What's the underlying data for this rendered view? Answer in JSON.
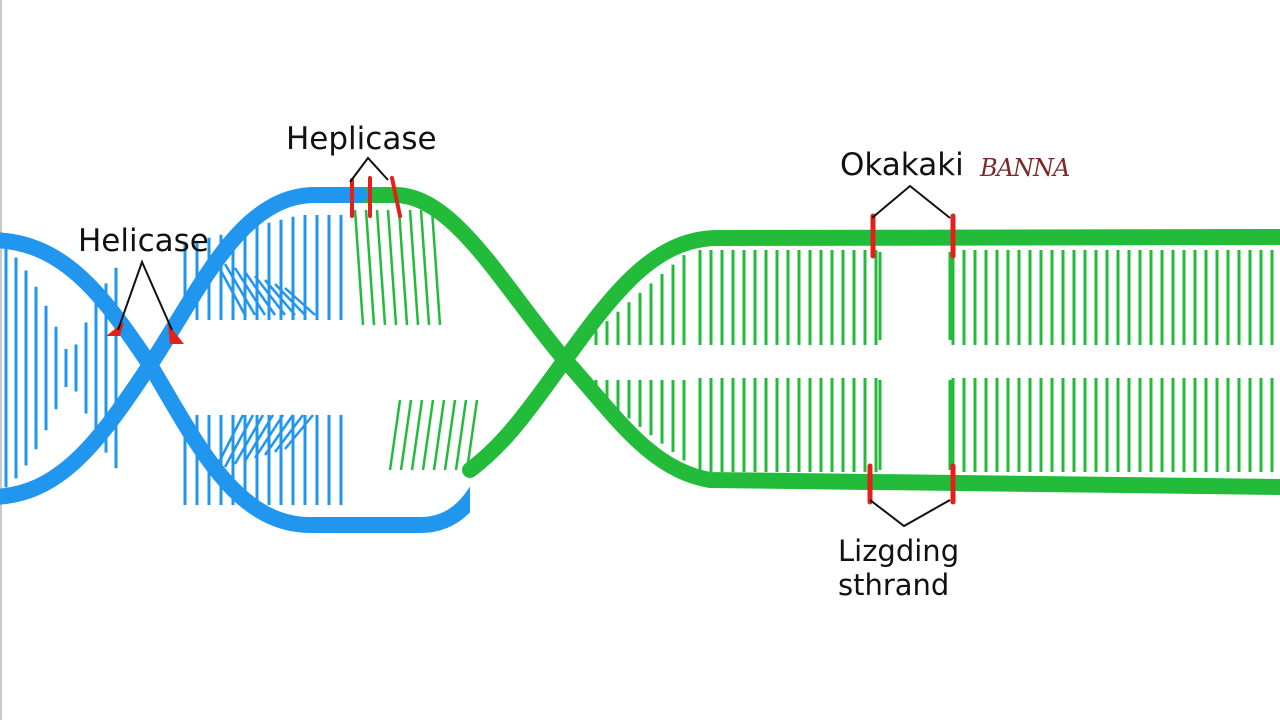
{
  "labels": {
    "helicase_top": "Heplicase",
    "helicase_left": "Helicase",
    "okazaki": "Okakaki",
    "okazaki_suffix": "BANNA",
    "lagging_line1": "Lizgding",
    "lagging_line2": "sthrand"
  },
  "colors": {
    "blue_strand": "#2196ee",
    "green_strand": "#22bb3a",
    "marker_red": "#e3201b",
    "pointer_line": "#111111"
  }
}
